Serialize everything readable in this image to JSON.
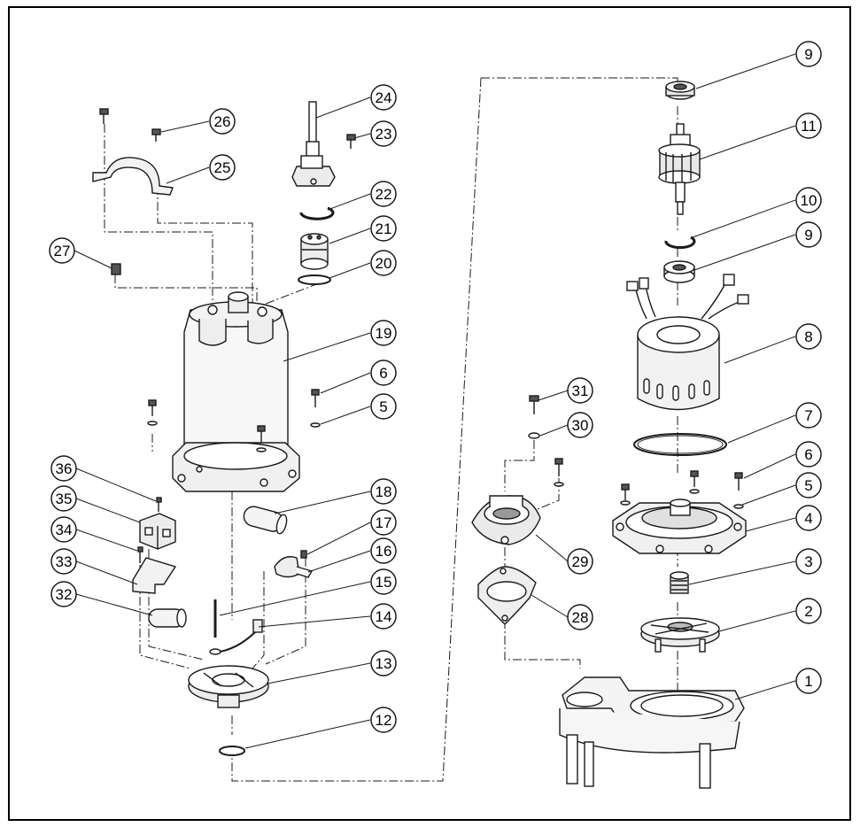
{
  "diagram": {
    "type": "exploded-parts-view",
    "part_numbers": [
      "1",
      "2",
      "3",
      "4",
      "5",
      "6",
      "7",
      "8",
      "9",
      "10",
      "11",
      "12",
      "13",
      "14",
      "15",
      "16",
      "17",
      "18",
      "19",
      "20",
      "21",
      "22",
      "23",
      "24",
      "25",
      "26",
      "27",
      "28",
      "29",
      "30",
      "31",
      "32",
      "33",
      "34",
      "35",
      "36"
    ],
    "callouts": [
      {
        "id": "1",
        "label": "1"
      },
      {
        "id": "2",
        "label": "2"
      },
      {
        "id": "3",
        "label": "3"
      },
      {
        "id": "4",
        "label": "4"
      },
      {
        "id": "5r",
        "label": "5"
      },
      {
        "id": "6r",
        "label": "6"
      },
      {
        "id": "7",
        "label": "7"
      },
      {
        "id": "8",
        "label": "8"
      },
      {
        "id": "9b",
        "label": "9"
      },
      {
        "id": "10",
        "label": "10"
      },
      {
        "id": "11",
        "label": "11"
      },
      {
        "id": "9t",
        "label": "9"
      },
      {
        "id": "12",
        "label": "12"
      },
      {
        "id": "13",
        "label": "13"
      },
      {
        "id": "14",
        "label": "14"
      },
      {
        "id": "15",
        "label": "15"
      },
      {
        "id": "16",
        "label": "16"
      },
      {
        "id": "17",
        "label": "17"
      },
      {
        "id": "18",
        "label": "18"
      },
      {
        "id": "5l",
        "label": "5"
      },
      {
        "id": "6l",
        "label": "6"
      },
      {
        "id": "19",
        "label": "19"
      },
      {
        "id": "20",
        "label": "20"
      },
      {
        "id": "21",
        "label": "21"
      },
      {
        "id": "22",
        "label": "22"
      },
      {
        "id": "23",
        "label": "23"
      },
      {
        "id": "24",
        "label": "24"
      },
      {
        "id": "25",
        "label": "25"
      },
      {
        "id": "26",
        "label": "26"
      },
      {
        "id": "27",
        "label": "27"
      },
      {
        "id": "28",
        "label": "28"
      },
      {
        "id": "29",
        "label": "29"
      },
      {
        "id": "30",
        "label": "30"
      },
      {
        "id": "31",
        "label": "31"
      },
      {
        "id": "32",
        "label": "32"
      },
      {
        "id": "33",
        "label": "33"
      },
      {
        "id": "34",
        "label": "34"
      },
      {
        "id": "35",
        "label": "35"
      },
      {
        "id": "36",
        "label": "36"
      }
    ]
  },
  "colors": {
    "line": "#1a1a1a",
    "fill": "#ffffff",
    "shade": "#dcdcdc",
    "border": "#000000"
  }
}
